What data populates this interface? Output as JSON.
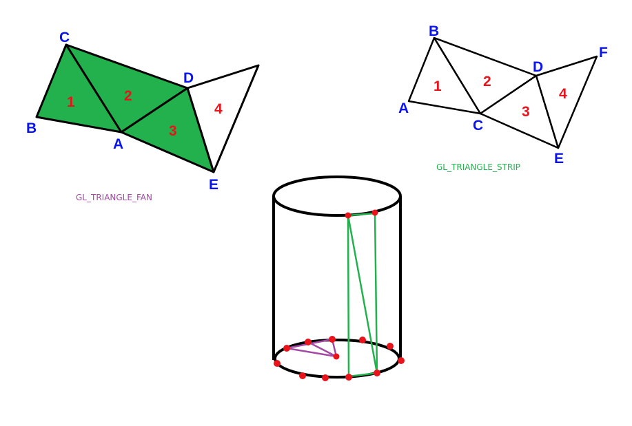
{
  "colors": {
    "vertex_label": "#0a14f0",
    "triangle_number": "#e8131b",
    "fan_fill": "#22b14c",
    "fan_caption": "#a349a4",
    "strip_caption": "#22b14c",
    "edge": "#000000",
    "point": "#e8131b",
    "cyl_strip": "#22b14c",
    "cyl_fan": "#a349a4"
  },
  "fan": {
    "caption": "GL_TRIANGLE_FAN",
    "vertices": {
      "C": "C",
      "B": "B",
      "A": "A",
      "D": "D",
      "E": "E"
    },
    "triangles": [
      "1",
      "2",
      "3",
      "4"
    ]
  },
  "strip": {
    "caption": "GL_TRIANGLE_STRIP",
    "vertices": {
      "A": "A",
      "B": "B",
      "C": "C",
      "D": "D",
      "E": "E",
      "F": "F"
    },
    "triangles": [
      "1",
      "2",
      "3",
      "4"
    ]
  },
  "cylinder": {
    "bottom_ring_points": 12,
    "top_ring_points": 2
  }
}
